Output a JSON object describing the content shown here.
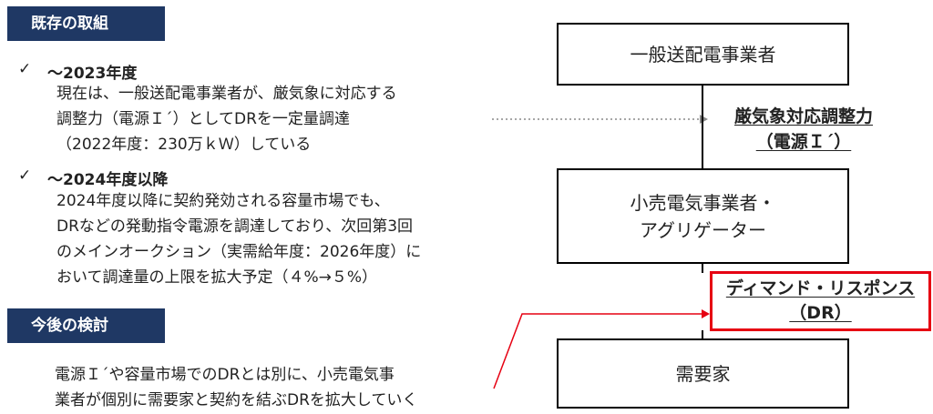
{
  "left": {
    "existing_tag": "既存の取組",
    "check": "✓",
    "item1_head": "～2023年度",
    "item1_body": "現在は、一般送配電事業者が、厳気象に対応する\n調整力（電源Ｉ´）としてDRを一定量調達\n（2022年度：230万ｋＷ）している",
    "item2_head": "～2024年度以降",
    "item2_body": "2024年度以降に契約発効される容量市場でも、\nDRなどの発動指令電源を調達しており、次回第3回\nのメインオークション（実需給年度：2026年度）に\nおいて調達量の上限を拡大予定（４%→５%）",
    "future_tag": "今後の検討",
    "future_body": "電源Ｉ´や容量市場でのDRとは別に、小売電気事\n業者が個別に需要家と契約を結ぶDRを拡大していく"
  },
  "diagram": {
    "box_tso": "一般送配電事業者",
    "label1_line1": "厳気象対応調整力",
    "label1_line2": "（電源Ｉ´）",
    "box_retail": "小売電気事業者・\nアグリゲーター",
    "label2_line1": "ディマンド・リスポンス",
    "label2_line2": "（DR）",
    "box_consumer": "需要家",
    "accent_red": "#e60012",
    "navy": "#1f3864"
  }
}
